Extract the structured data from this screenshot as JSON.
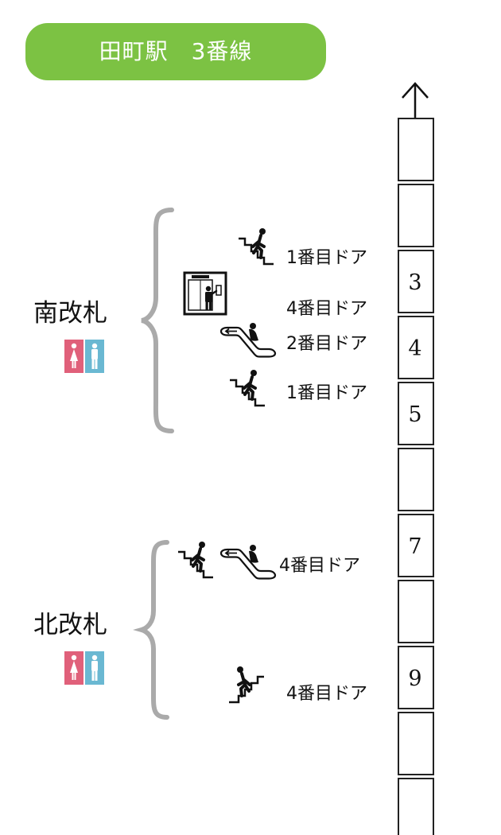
{
  "title": "田町駅　3番線",
  "gates": {
    "south": {
      "label": "南改札"
    },
    "north": {
      "label": "北改札"
    }
  },
  "train": {
    "car_numbers": [
      "3",
      "4",
      "5",
      "7",
      "9"
    ]
  },
  "doors": {
    "south_stairs_1": "1番目ドア",
    "south_elevator": "4番目ドア",
    "south_escalator": "2番目ドア",
    "south_stairs_2": "1番目ドア",
    "north_escalator": "4番目ドア",
    "north_stairs": "4番目ドア"
  },
  "colors": {
    "title_bg": "#7cc243",
    "title_text": "#ffffff",
    "brace": "#aaaaaa",
    "restroom_female": "#e0607a",
    "restroom_male": "#6ab8d2"
  },
  "icons": [
    "up-arrow-icon",
    "stairs-up-icon",
    "elevator-icon",
    "escalator-icon",
    "restroom-female-icon",
    "restroom-male-icon"
  ]
}
